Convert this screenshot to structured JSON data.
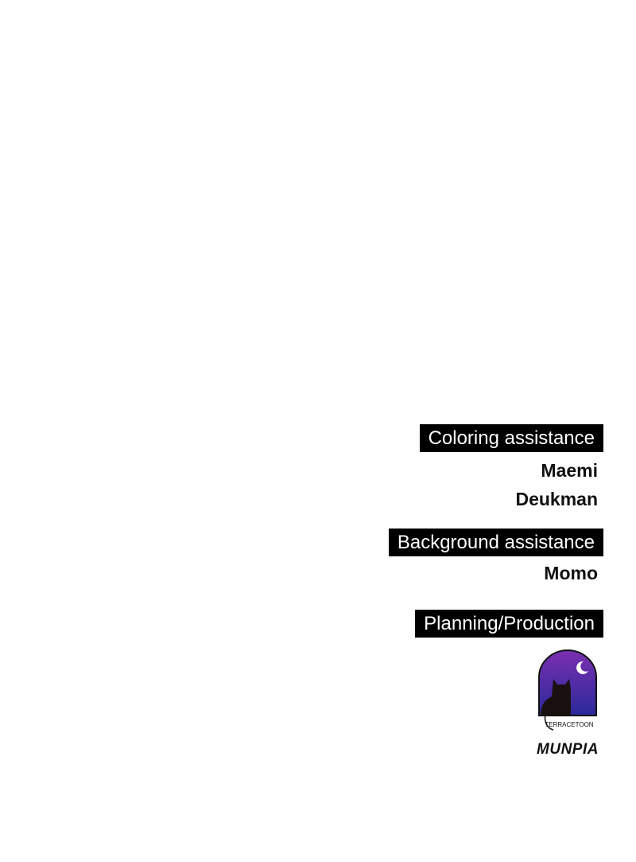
{
  "credits": [
    {
      "role": "Coloring assistance",
      "names": [
        "Maemi",
        "Deukman"
      ]
    },
    {
      "role": "Background assistance",
      "names": [
        "Momo"
      ]
    },
    {
      "role": "Planning/Production",
      "names": []
    }
  ],
  "logos": {
    "terracetoon": "TERRACETOON",
    "munpia": "MUNPIA",
    "colors": {
      "sky_top": "#7a2fb0",
      "sky_bottom": "#2a2a9a",
      "cat": "#1a1010",
      "munpia_u": "#3f8fd6"
    }
  }
}
